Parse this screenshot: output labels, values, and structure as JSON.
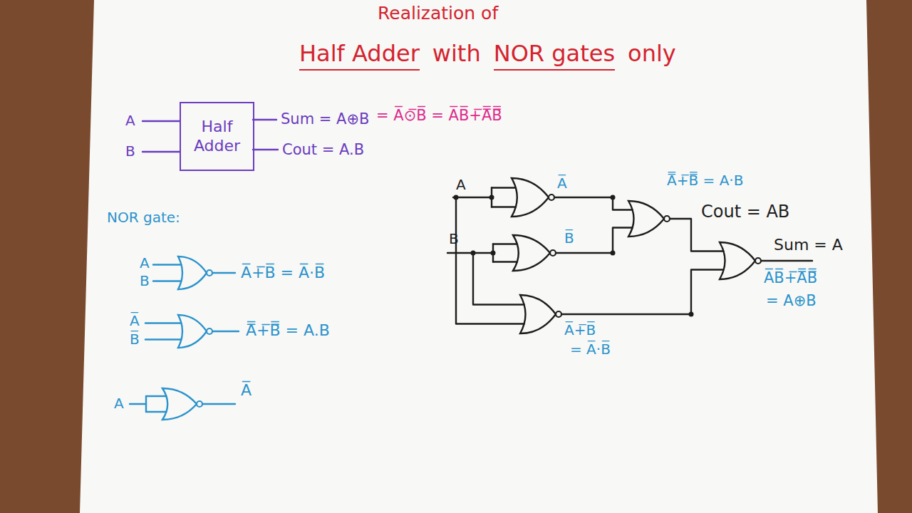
{
  "diagram": {
    "title": "Realization of",
    "nodes": [
      {
        "text": [
          "Half Adder"
        ]
      }
    ],
    "labels": [
      "Half Adder",
      "with",
      "NOR gates",
      "only",
      "A",
      "B",
      "Sum = A⊕B",
      "= A̅⊙̅B̅ = A̅B̅+̅A̿B̿",
      "Cout = A.B",
      "NOR gate:",
      "A",
      "B",
      "A̅+̅B̅ = A̅·B̅",
      "A̅",
      "B̅",
      "A̿+̅B̿ = A.B",
      "A",
      "A̅",
      "A",
      "A̅",
      "B",
      "B̅",
      "A̿+̅B̿ = A·B",
      "Cout = AB",
      "Sum = A",
      "A̅B̅+̅A̿B̿",
      "= A⊕B",
      "A̅+̅B̅",
      "= A̅·B̅"
    ]
  }
}
